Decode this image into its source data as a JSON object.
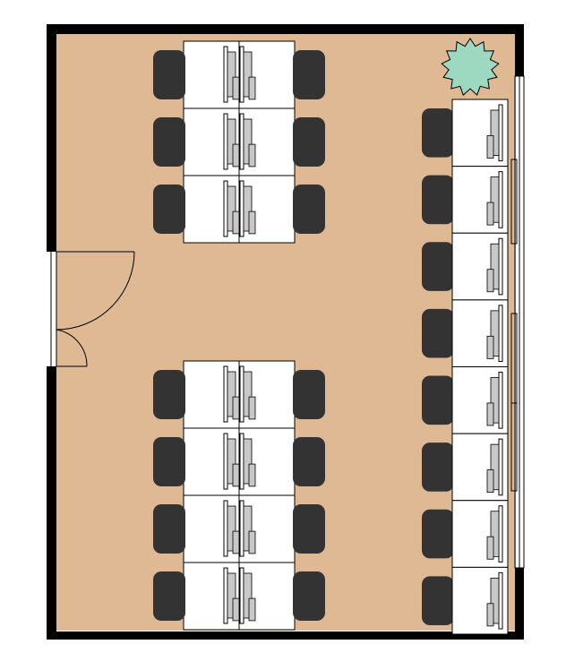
{
  "floor_plan": {
    "type": "office-floor-plan",
    "colors": {
      "floor": "#dfb994",
      "wall": "#000000",
      "desk": "#ffffff",
      "chair": "#333333",
      "monitor_stand": "#c8c8c8",
      "plant": "#9dd8c0"
    },
    "furniture": {
      "upper_desk_cluster": {
        "desk_pairs": 3,
        "chairs": 6,
        "monitors": 6
      },
      "lower_desk_cluster": {
        "desk_pairs": 4,
        "chairs": 8,
        "monitors": 8
      },
      "window_desk_row": {
        "desks": 8,
        "chairs": 8,
        "monitors": 8
      },
      "plants": 1,
      "doors": 1,
      "windows": 1
    }
  }
}
